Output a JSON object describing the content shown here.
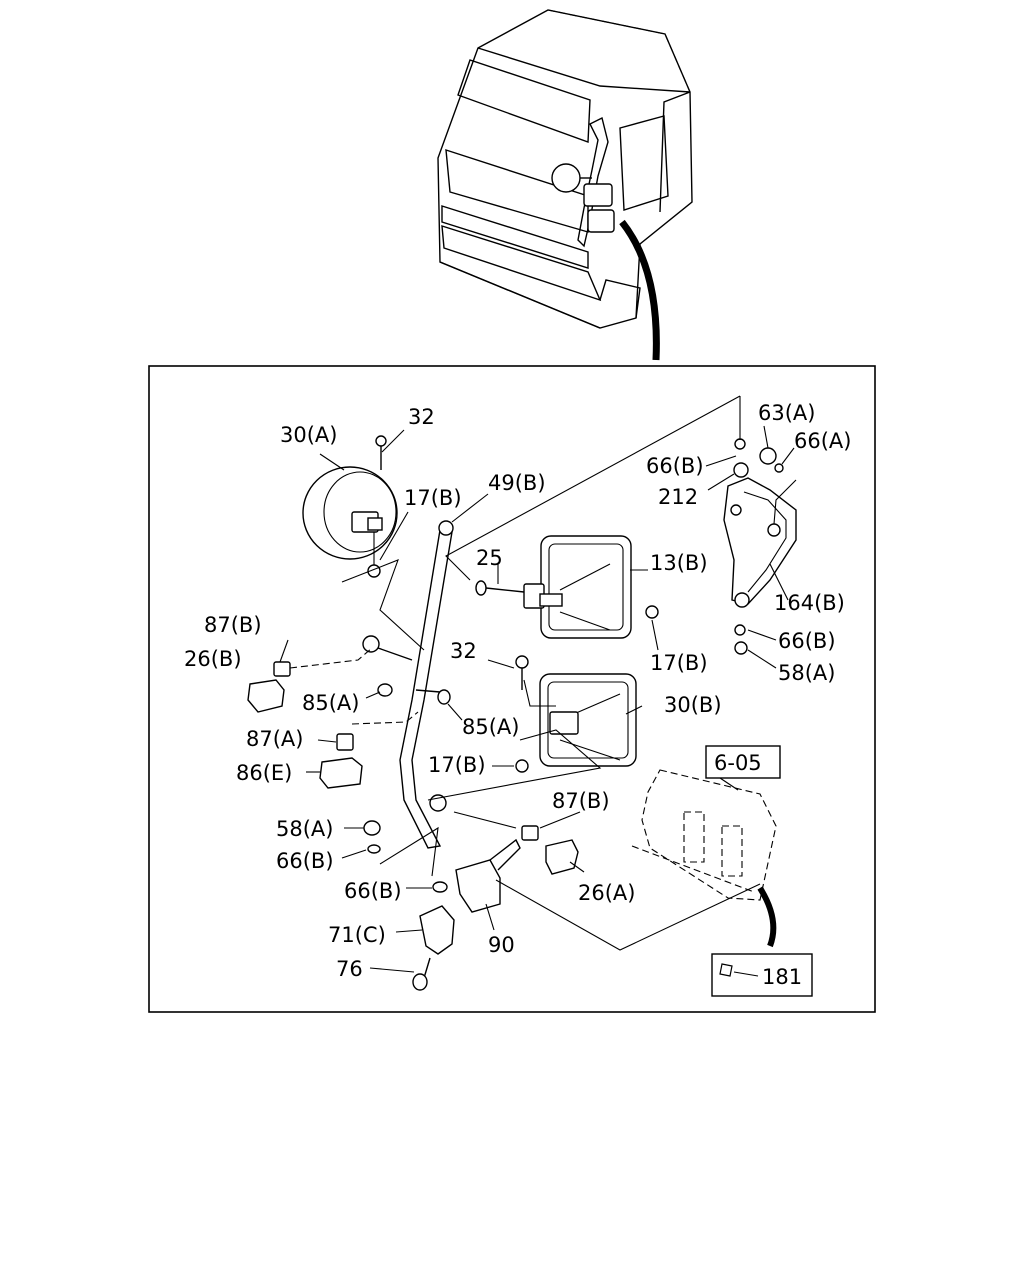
{
  "title": "",
  "callouts": {
    "c30a": "30(A)",
    "c32a": "32",
    "c17b_1": "17(B)",
    "c49b": "49(B)",
    "c63a": "63(A)",
    "c66a": "66(A)",
    "c66b_1": "66(B)",
    "c212": "212",
    "c25": "25",
    "c13b": "13(B)",
    "c164b": "164(B)",
    "c87b_1": "87(B)",
    "c26b": "26(B)",
    "c32b": "32",
    "c17b_2": "17(B)",
    "c66b_2": "66(B)",
    "c58a_1": "58(A)",
    "c85a_1": "85(A)",
    "c85a_2": "85(A)",
    "c30b": "30(B)",
    "c87a": "87(A)",
    "c86e": "86(E)",
    "c17b_3": "17(B)",
    "c605": "6-05",
    "c87b_2": "87(B)",
    "c58a_2": "58(A)",
    "c66b_3": "66(B)",
    "c26a": "26(A)",
    "c66b_4": "66(B)",
    "c71c": "71(C)",
    "c90": "90",
    "c76": "76",
    "c181": "181"
  }
}
